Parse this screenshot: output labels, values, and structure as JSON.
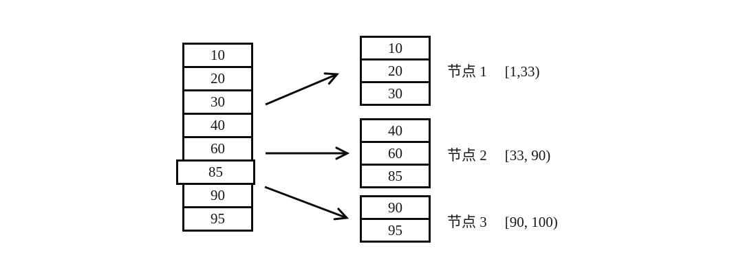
{
  "diagram": {
    "title_hint": "range-partition-of-sorted-values",
    "colors": {
      "line": "#0b0b0b",
      "background": "#ffffff",
      "text": "#161616"
    },
    "source_column": {
      "values": [
        "10",
        "20",
        "30",
        "40",
        "60",
        "85",
        "90",
        "95"
      ]
    },
    "nodes": [
      {
        "label": "节点 1",
        "range": "[1,33)",
        "values": [
          "10",
          "20",
          "30"
        ]
      },
      {
        "label": "节点 2",
        "range": "[33, 90)",
        "values": [
          "40",
          "60",
          "85"
        ]
      },
      {
        "label": "节点 3",
        "range": "[90, 100)",
        "values": [
          "90",
          "95"
        ]
      }
    ],
    "arrows": [
      {
        "name": "source-to-node-1"
      },
      {
        "name": "source-to-node-2"
      },
      {
        "name": "source-to-node-3"
      }
    ]
  }
}
